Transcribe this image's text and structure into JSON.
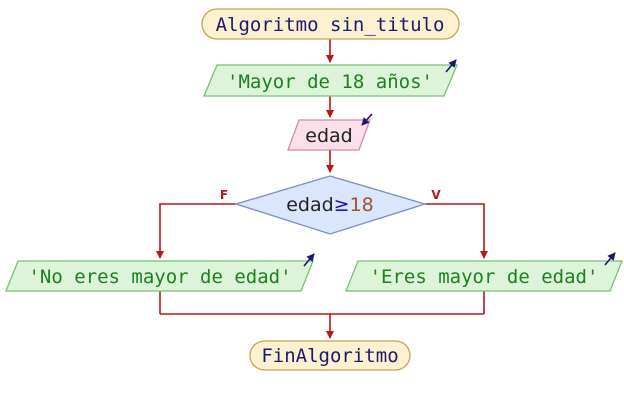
{
  "diagram": {
    "start": {
      "text": "Algoritmo sin_titulo"
    },
    "output1": {
      "text": "'Mayor de 18 años'"
    },
    "input": {
      "text": "edad"
    },
    "decision": {
      "var": "edad",
      "op": "≥",
      "value": "18"
    },
    "false_label": "F",
    "true_label": "V",
    "output_false": {
      "text": "'No eres mayor de edad'"
    },
    "output_true": {
      "text": "'Eres mayor de edad'"
    },
    "end": {
      "text": "FinAlgoritmo"
    },
    "colors": {
      "terminal_fill": "#fdf1d0",
      "terminal_stroke": "#c8a25a",
      "terminal_text": "#1a1a6e",
      "output_fill": "#dcf5d8",
      "output_stroke": "#7bbd77",
      "output_text": "#1f7f1f",
      "input_fill": "#fbe0ec",
      "input_stroke": "#d58ba8",
      "decision_fill": "#dbe5fb",
      "decision_stroke": "#7b8ec4",
      "arrow": "#b41818",
      "number": "#a0522d",
      "operator": "#1a1ab0"
    }
  }
}
